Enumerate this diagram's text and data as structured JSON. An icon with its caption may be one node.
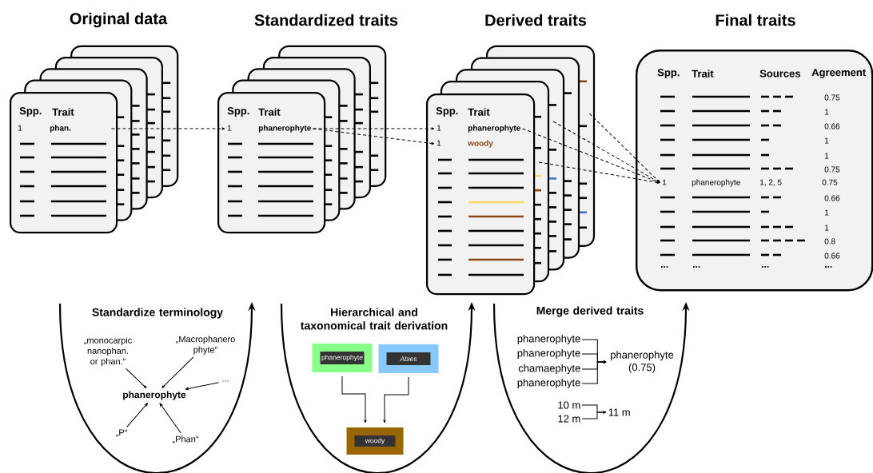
{
  "diagram": {
    "nodes": [
      {
        "text": [
          "Original data",
          "Spp.",
          "Trait"
        ]
      },
      {
        "text": [
          "1",
          "phan."
        ],
        "in": 0
      },
      {
        "text": [
          "Standardized traits",
          "Spp.",
          "Trait"
        ]
      },
      {
        "text": [
          "1",
          "phanerophyte"
        ],
        "in": 2
      },
      {
        "text": [
          "Derived traits",
          "Spp.",
          "Trait"
        ]
      },
      {
        "text": [
          "1",
          "phanerophyte"
        ],
        "in": 4
      },
      {
        "text": [
          "1",
          "woody"
        ],
        "in": 4
      },
      {
        "text": [
          "Final traits",
          "Spp.",
          "Trait",
          "Sources",
          "Agreement"
        ]
      },
      {
        "text": [
          "1",
          "phanerophyte",
          "1, 2, 5",
          "0.75"
        ],
        "in": 7
      },
      {
        "text": [
          "Standardize terminology"
        ]
      },
      {
        "text": [
          "„monocarpic nanophan. or phan.“"
        ],
        "in": 9
      },
      {
        "text": [
          "„Macrophanero phyte“"
        ],
        "in": 9
      },
      {
        "text": [
          "..."
        ],
        "in": 9
      },
      {
        "text": [
          "phanerophyte"
        ],
        "in": 9
      },
      {
        "text": [
          "„P“"
        ],
        "in": 9
      },
      {
        "text": [
          "„Phan“"
        ],
        "in": 9
      },
      {
        "text": [
          "Hierarchical and taxonomical trait derivation"
        ]
      },
      {
        "text": [
          "phanerophyte"
        ],
        "in": 16
      },
      {
        "text": [
          "Abies"
        ],
        "in": 16
      },
      {
        "text": [
          "woody"
        ],
        "in": 16
      },
      {
        "text": [
          "Merge derived traits"
        ]
      },
      {
        "text": [
          "phanerophyte"
        ],
        "in": 20
      },
      {
        "text": [
          "phanerophyte"
        ],
        "in": 20
      },
      {
        "text": [
          "chamaephyte"
        ],
        "in": 20
      },
      {
        "text": [
          "phanerophyte"
        ],
        "in": 20
      },
      {
        "text": [
          "phanerophyte (0.75)"
        ],
        "in": 20
      },
      {
        "text": [
          "10 m"
        ],
        "in": 20
      },
      {
        "text": [
          "12 m"
        ],
        "in": 20
      },
      {
        "text": [
          "11 m"
        ],
        "in": 20
      }
    ],
    "edges": [
      {
        "from": 1,
        "to": 3,
        "arrow": "to",
        "style": "dashed"
      },
      {
        "from": 3,
        "to": 5,
        "arrow": "to",
        "style": "dashed"
      },
      {
        "from": 3,
        "to": 6,
        "arrow": "to",
        "style": "dashed"
      },
      {
        "from": 5,
        "to": 8,
        "arrow": "to",
        "style": "dashed"
      },
      {
        "from": 4,
        "to": 8,
        "arrow": "to",
        "style": "dashed"
      },
      {
        "from": 4,
        "to": 8,
        "arrow": "to",
        "style": "dashed"
      },
      {
        "from": 4,
        "to": 8,
        "arrow": "to",
        "style": "dashed"
      },
      {
        "from": 10,
        "to": 13,
        "arrow": "to"
      },
      {
        "from": 11,
        "to": 13,
        "arrow": "to"
      },
      {
        "from": 12,
        "to": 13,
        "arrow": "to"
      },
      {
        "from": 14,
        "to": 13,
        "arrow": "to"
      },
      {
        "from": 15,
        "to": 13,
        "arrow": "to"
      },
      {
        "from": 17,
        "to": 19,
        "arrow": "to"
      },
      {
        "from": 18,
        "to": 19,
        "arrow": "to"
      },
      {
        "from": 21,
        "to": 25,
        "arrow": "to"
      },
      {
        "from": 22,
        "to": 25,
        "arrow": "to"
      },
      {
        "from": 23,
        "to": 25,
        "arrow": "to"
      },
      {
        "from": 24,
        "to": 25,
        "arrow": "to"
      },
      {
        "from": 26,
        "to": 28,
        "arrow": "to"
      },
      {
        "from": 27,
        "to": 28,
        "arrow": "to"
      }
    ],
    "labels": [
      "0.75",
      "1",
      "0.66",
      "1",
      "1",
      "0.75",
      "0.66",
      "1",
      "1",
      "0.8",
      "0.66",
      "...",
      "...",
      "...",
      "..."
    ]
  }
}
